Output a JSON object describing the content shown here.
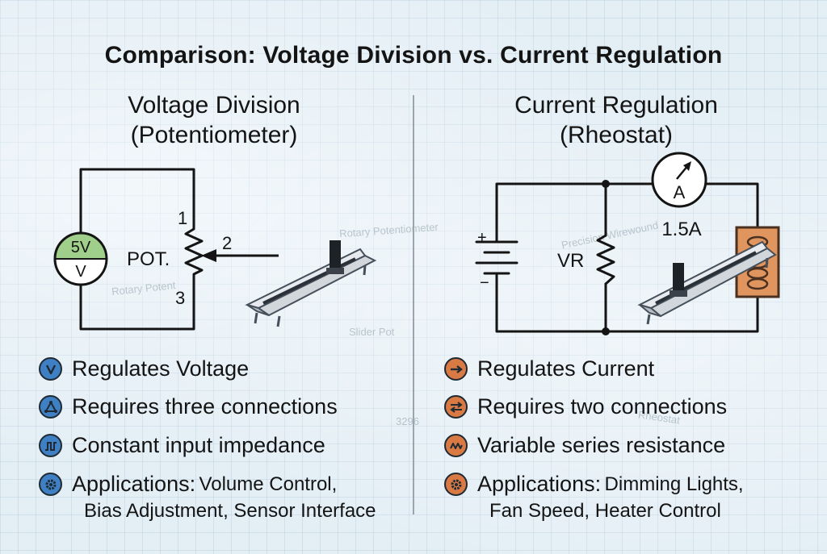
{
  "title": "Comparison: Voltage Division vs. Current Regulation",
  "left": {
    "title_line1": "Voltage Division",
    "title_line2": "(Potentiometer)",
    "diagram": {
      "source_top": "5V",
      "source_bottom": "V",
      "component_label": "POT.",
      "terminal_1": "1",
      "terminal_2": "2",
      "terminal_3": "3"
    },
    "features": [
      {
        "icon": "v-icon",
        "text": "Regulates Voltage"
      },
      {
        "icon": "triangle-nodes-icon",
        "text": "Requires three connections"
      },
      {
        "icon": "pulse-wave-icon",
        "text": "Constant input impedance"
      }
    ],
    "applications": {
      "icon": "gear-icon",
      "label": "Applications:",
      "line1": "Volume Control,",
      "line2": "Bias Adjustment, Sensor Interface"
    }
  },
  "right": {
    "title_line1": "Current Regulation",
    "title_line2": "(Rheostat)",
    "diagram": {
      "battery_plus": "+",
      "battery_minus": "−",
      "resistor_label": "VR",
      "meter_label": "A",
      "meter_reading": "1.5A"
    },
    "features": [
      {
        "icon": "arrow-right-icon",
        "text": "Regulates Current"
      },
      {
        "icon": "swap-arrows-icon",
        "text": "Requires two connections"
      },
      {
        "icon": "zigzag-icon",
        "text": "Variable series resistance"
      }
    ],
    "applications": {
      "icon": "gear-icon",
      "label": "Applications:",
      "line1": "Dimming Lights,",
      "line2": "Fan Speed, Heater Control"
    }
  },
  "colors": {
    "blue_icon": "#3f80c4",
    "orange_icon": "#d97a45",
    "source_green": "#9fcf8a",
    "coil_orange": "#e0955f",
    "text": "#141414"
  },
  "background_labels": [
    "Rotary Potentiometer",
    "Rotary Potent",
    "Slider Pot",
    "Precision Wirewound",
    "3296",
    "Rheostat"
  ]
}
